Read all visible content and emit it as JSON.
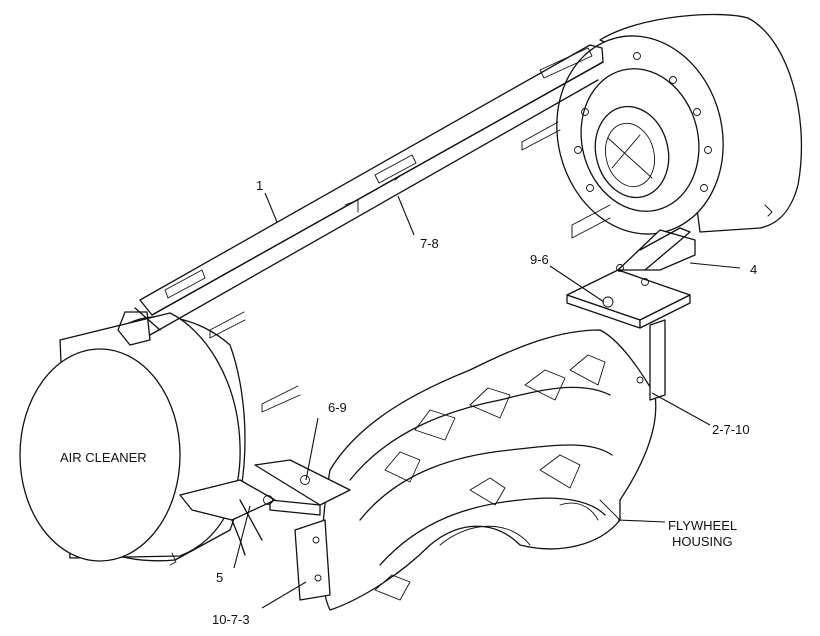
{
  "labels": {
    "callout_1": "1",
    "callout_7_8": "7-8",
    "callout_9_6": "9-6",
    "callout_4": "4",
    "callout_2_7_10": "2-7-10",
    "callout_6_9": "6-9",
    "callout_5": "5",
    "callout_10_7_3": "10-7-3",
    "air_cleaner": "AIR CLEANER",
    "flywheel_line1": "FLYWHEEL",
    "flywheel_line2": "HOUSING"
  }
}
